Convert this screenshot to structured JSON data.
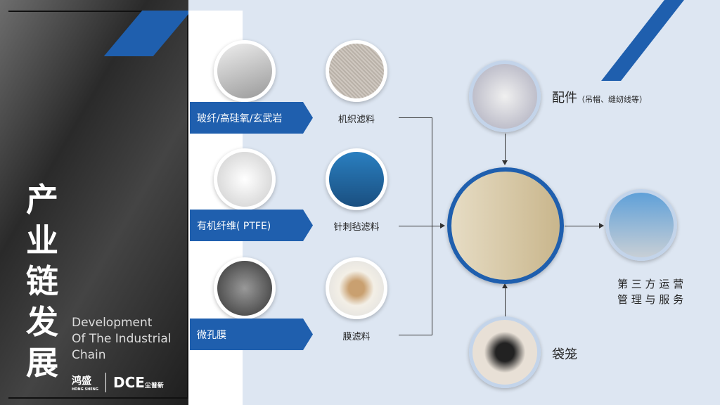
{
  "title": {
    "cn": "产业链发展",
    "en": [
      "Development",
      "Of The Industrial",
      "Chain"
    ]
  },
  "logos": {
    "left": "鸿盛",
    "left_sub": "HONG SHENG",
    "right": "DCE",
    "right_sub": "尘普新"
  },
  "rows": [
    {
      "material": "玻纤/高硅氧/玄武岩",
      "product": "机织滤料"
    },
    {
      "material": "有机纤维( PTFE)",
      "product": "针刺毡滤料"
    },
    {
      "material": "微孔膜",
      "product": "膜滤料"
    }
  ],
  "accessories": {
    "label": "配件",
    "note": "（吊帽、缝纫线等）"
  },
  "cage": {
    "label": "袋笼"
  },
  "service": {
    "line1": "第 三 方 运 营",
    "line2": "管 理 与 服 务"
  },
  "colors": {
    "accent": "#1f5fae",
    "background": "#dde6f2"
  }
}
